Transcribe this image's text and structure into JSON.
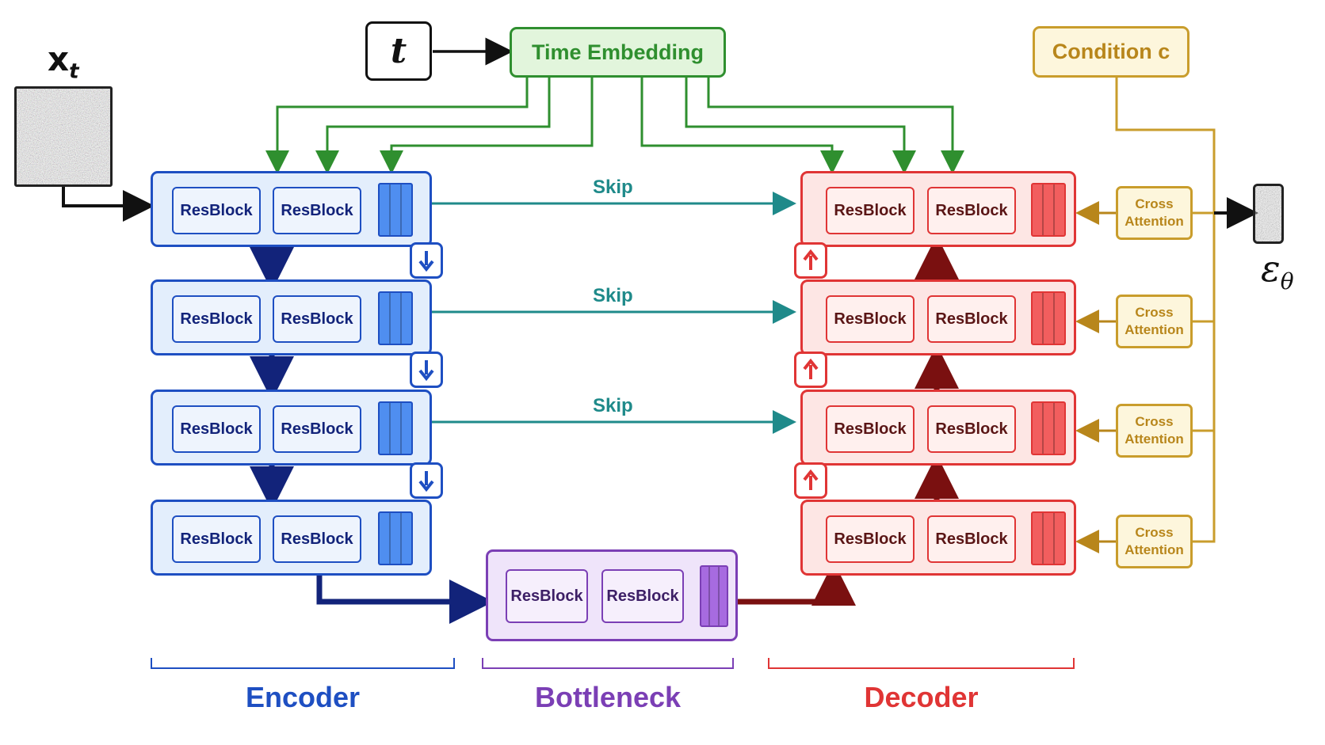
{
  "input": {
    "label": "x",
    "subscript": "t"
  },
  "time": {
    "symbol": "t",
    "embedding_label": "Time Embedding"
  },
  "condition": {
    "label": "Condition c"
  },
  "output": {
    "label": "ε",
    "subscript": "θ"
  },
  "resblock_label": "ResBlock",
  "cross_attention": {
    "line1": "Cross",
    "line2": "Attention"
  },
  "skip_label": "Skip",
  "sections": {
    "encoder": "Encoder",
    "bottleneck": "Bottleneck",
    "decoder": "Decoder"
  },
  "colors": {
    "encoder": "#1e4fc2",
    "encoder_fill": "#e3eefc",
    "encoder_dark": "#12237a",
    "decoder": "#e03535",
    "decoder_fill": "#fde6e4",
    "decoder_dark": "#7a1010",
    "bottleneck": "#7b3fb5",
    "bottleneck_fill": "#efe4fa",
    "time": "#2f8f2f",
    "time_fill": "#e2f5dc",
    "condition": "#c99d2c",
    "condition_fill": "#fdf6dc",
    "skip": "#1f8a8a"
  }
}
